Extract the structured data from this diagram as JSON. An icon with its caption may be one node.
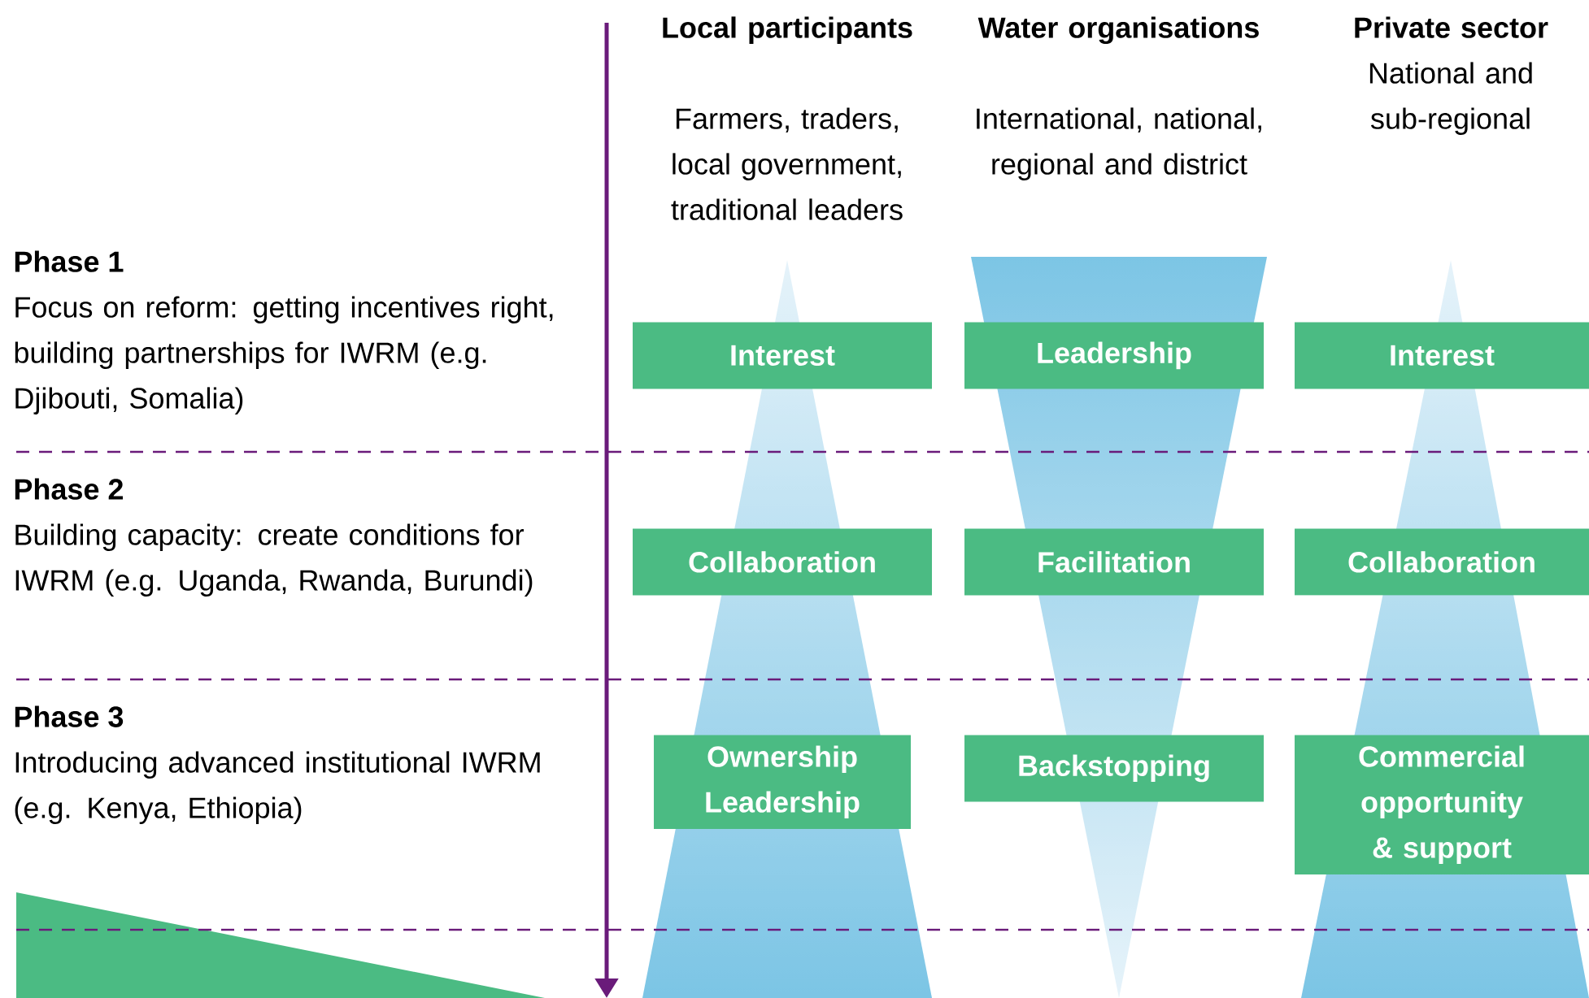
{
  "diagram": {
    "nodes": [
      {
        "text": [
          "Interest"
        ]
      },
      {
        "text": [
          "Leadership"
        ]
      },
      {
        "text": [
          "Interest"
        ]
      },
      {
        "text": [
          "Collaboration"
        ]
      },
      {
        "text": [
          "Facilitation"
        ]
      },
      {
        "text": [
          "Collaboration"
        ]
      },
      {
        "text": [
          "Ownership Leadership"
        ]
      },
      {
        "text": [
          "Backstopping"
        ]
      },
      {
        "text": [
          "Commercial opportunity & support"
        ]
      }
    ],
    "labels": [
      "Local participants",
      "Farmers, traders, local government, traditional leaders",
      "Water organisations",
      "International, national, regional and district",
      "Private sector",
      "National and sub-regional",
      "Phase 1",
      "Focus on reform: getting incentives right, building partnerships for IWRM (e.g. Djibouti, Somalia)",
      "Phase 2",
      "Building capacity: create conditions for IWRM (e.g. Uganda, Rwanda, Burundi)",
      "Phase 3",
      "Introducing advanced institutional IWRM (e.g. Kenya, Ethiopia)"
    ]
  }
}
